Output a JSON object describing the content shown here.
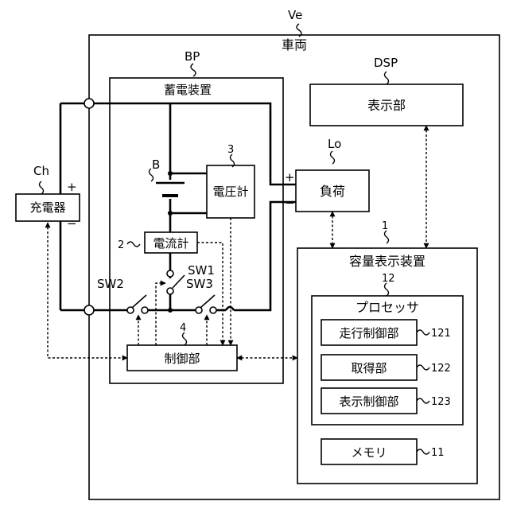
{
  "vehicle": {
    "ref": "Ve",
    "label": "車両"
  },
  "battery_pack": {
    "ref": "BP",
    "label": "蓄電装置"
  },
  "display": {
    "ref": "DSP",
    "label": "表示部"
  },
  "load": {
    "ref": "Lo",
    "label": "負荷",
    "plus": "+",
    "minus": "−"
  },
  "charger": {
    "ref": "Ch",
    "label": "充電器",
    "plus": "+",
    "minus": "−"
  },
  "voltmeter": {
    "ref": "3",
    "label": "電圧計"
  },
  "ammeter": {
    "ref": "2",
    "label": "電流計"
  },
  "battery": {
    "ref": "B"
  },
  "switches": {
    "sw1": "SW1",
    "sw2": "SW2",
    "sw3": "SW3"
  },
  "controller": {
    "ref": "4",
    "label": "制御部"
  },
  "capacity_display_device": {
    "ref": "1",
    "label": "容量表示装置"
  },
  "processor": {
    "ref": "12",
    "label": "プロセッサ",
    "units": [
      {
        "label": "走行制御部",
        "ref": "121"
      },
      {
        "label": "取得部",
        "ref": "122"
      },
      {
        "label": "表示制御部",
        "ref": "123"
      }
    ]
  },
  "memory": {
    "label": "メモリ",
    "ref": "11"
  }
}
